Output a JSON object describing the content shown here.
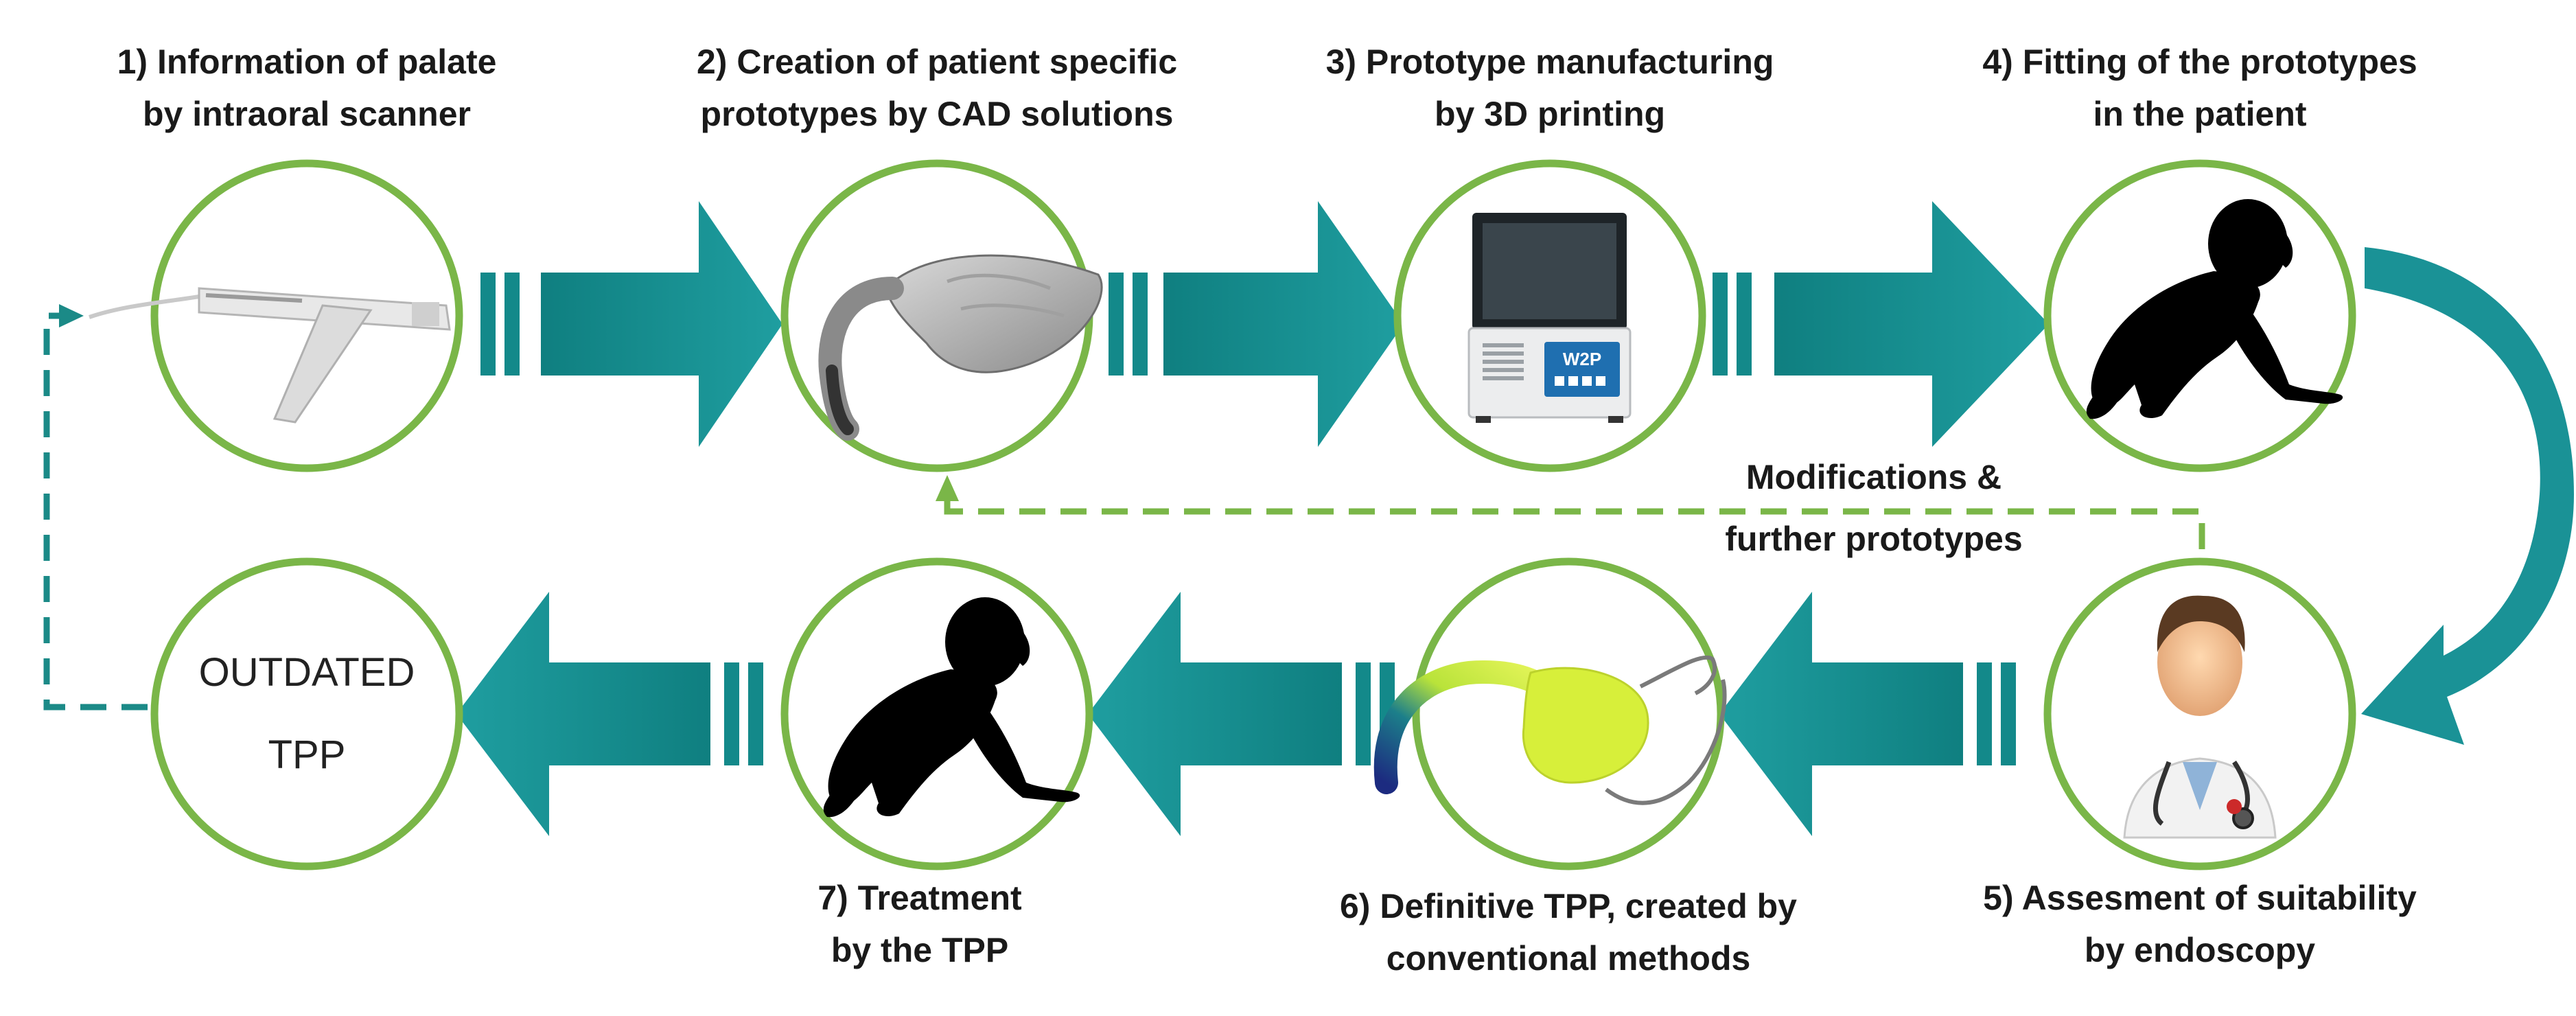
{
  "colors": {
    "teal": "#13898a",
    "teal_light": "#1f9aa0",
    "green": "#7ab648",
    "dashed_teal": "#1b8a87",
    "dashed_green": "#7ab648"
  },
  "steps": [
    {
      "line1": "1) Information of palate",
      "line2": "by  intraoral scanner",
      "icon": "intraoral-scanner-icon"
    },
    {
      "line1": "2) Creation of patient specific",
      "line2": "prototypes by CAD solutions",
      "icon": "cad-palate-model-icon"
    },
    {
      "line1": "3) Prototype manufacturing",
      "line2": "by 3D printing",
      "icon": "3d-printer-icon"
    },
    {
      "line1": "4) Fitting of the prototypes",
      "line2": "in the patient",
      "icon": "crawling-baby-icon"
    },
    {
      "line1": "5) Assesment of suitability",
      "line2": "by endoscopy",
      "icon": "doctor-icon"
    },
    {
      "line1": "6) Definitive TPP, created by",
      "line2": "conventional methods",
      "icon": "palatal-plate-icon"
    },
    {
      "line1": "7) Treatment",
      "line2": "by the TPP",
      "icon": "crawling-baby-icon"
    }
  ],
  "feedback": {
    "line1": "Modifications &",
    "line2": "further prototypes"
  },
  "outdated": {
    "line1": "OUTDATED",
    "line2": "TPP"
  },
  "printer_brand": "W2P"
}
